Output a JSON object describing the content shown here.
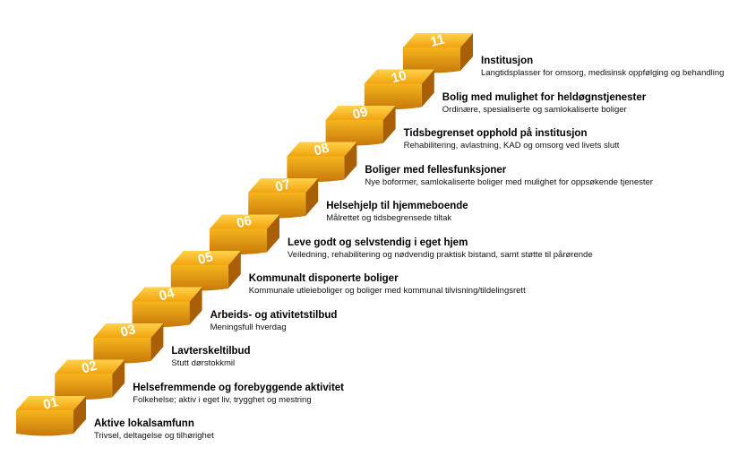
{
  "staircase": {
    "colors": {
      "top_light": "#ffd24a",
      "top_dark": "#f2a30e",
      "riser_light": "#f5b51c",
      "riser_dark": "#c7780a",
      "side": "#a85f06",
      "number_text": "#ffffff"
    },
    "steps": [
      {
        "number": "01",
        "title": "Aktive lokalsamfunn",
        "subtitle": "Trivsel, deltagelse og tilhørighet"
      },
      {
        "number": "02",
        "title": "Helsefremmende og forebyggende aktivitet",
        "subtitle": "Folkehelse; aktiv i eget liv, trygghet og mestring"
      },
      {
        "number": "03",
        "title": "Lavterskeltilbud",
        "subtitle": "Stutt dørstokkmil"
      },
      {
        "number": "04",
        "title": "Arbeids- og ativitetstilbud",
        "subtitle": "Meningsfull hverdag"
      },
      {
        "number": "05",
        "title": "Kommunalt disponerte boliger",
        "subtitle": "Kommunale utleieboliger og boliger med kommunal tilvisning/tildelingsrett"
      },
      {
        "number": "06",
        "title": "Leve godt og selvstendig i eget hjem",
        "subtitle": "Veiledning, rehabilitering og nødvendig praktisk bistand, samt støtte til pårørende"
      },
      {
        "number": "07",
        "title": "Helsehjelp til hjemmeboende",
        "subtitle": "Målrettet og tidsbegrensede tiltak"
      },
      {
        "number": "08",
        "title": "Boliger med fellesfunksjoner",
        "subtitle": "Nye boformer, samlokaliserte boliger med mulighet for oppsøkende tjenester"
      },
      {
        "number": "09",
        "title": "Tidsbegrenset opphold på institusjon",
        "subtitle": "Rehabilitering, avlastning, KAD og omsorg ved livets slutt"
      },
      {
        "number": "10",
        "title": "Bolig med mulighet for heldøgnstjenester",
        "subtitle": "Ordinære, spesialiserte og samlokaliserte boliger"
      },
      {
        "number": "11",
        "title": "Institusjon",
        "subtitle": "Langtidsplasser for omsorg, medisinsk oppfølging og behandling"
      }
    ]
  }
}
